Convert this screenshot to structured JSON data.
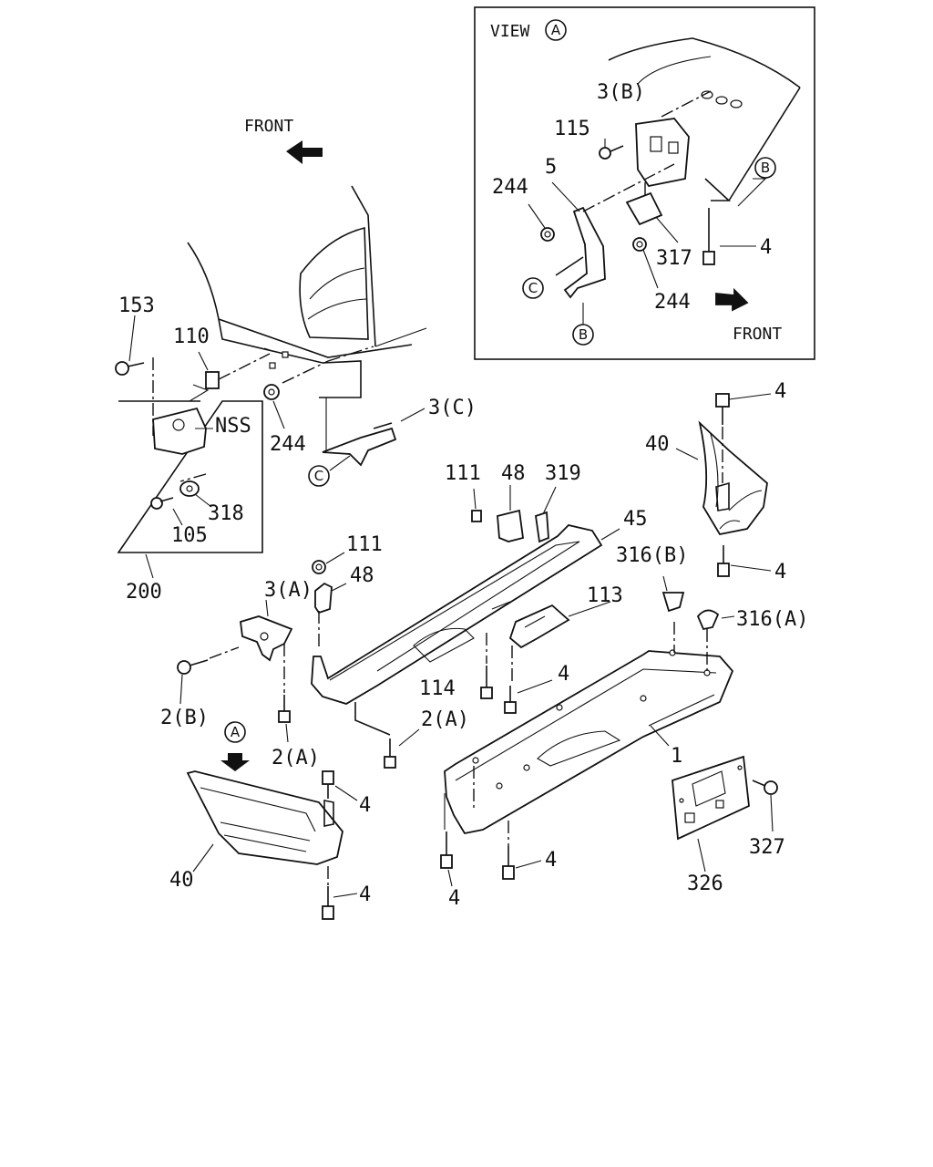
{
  "view_label": "VIEW",
  "front_labels": [
    "FRONT",
    "FRONT"
  ],
  "refs": {
    "A": "A",
    "B": "B",
    "C": "C"
  },
  "callouts": {
    "c1": "1",
    "c2a_upper": "2(A)",
    "c2a_lower": "2(A)",
    "c2b": "2(B)",
    "c3a": "3(A)",
    "c3b": "3(B)",
    "c3c": "3(C)",
    "c4_inset": "4",
    "c4_tr_top": "4",
    "c4_tr_bot": "4",
    "c4_mid": "4",
    "c4_left": "4",
    "c4_left_bot": "4",
    "c4_step_a": "4",
    "c4_step_b": "4",
    "c5": "5",
    "c40_left": "40",
    "c40_right": "40",
    "c45": "45",
    "c48_top": "48",
    "c48_mid": "48",
    "c105": "105",
    "c110": "110",
    "c111_top": "111",
    "c111_mid": "111",
    "c113": "113",
    "c114": "114",
    "c115": "115",
    "c153": "153",
    "c200": "200",
    "c244_inset_a": "244",
    "c244_inset_b": "244",
    "c244_main": "244",
    "c316a": "316(A)",
    "c316b": "316(B)",
    "c317": "317",
    "c318": "318",
    "c319": "319",
    "c326": "326",
    "c327": "327",
    "nss": "NSS"
  }
}
